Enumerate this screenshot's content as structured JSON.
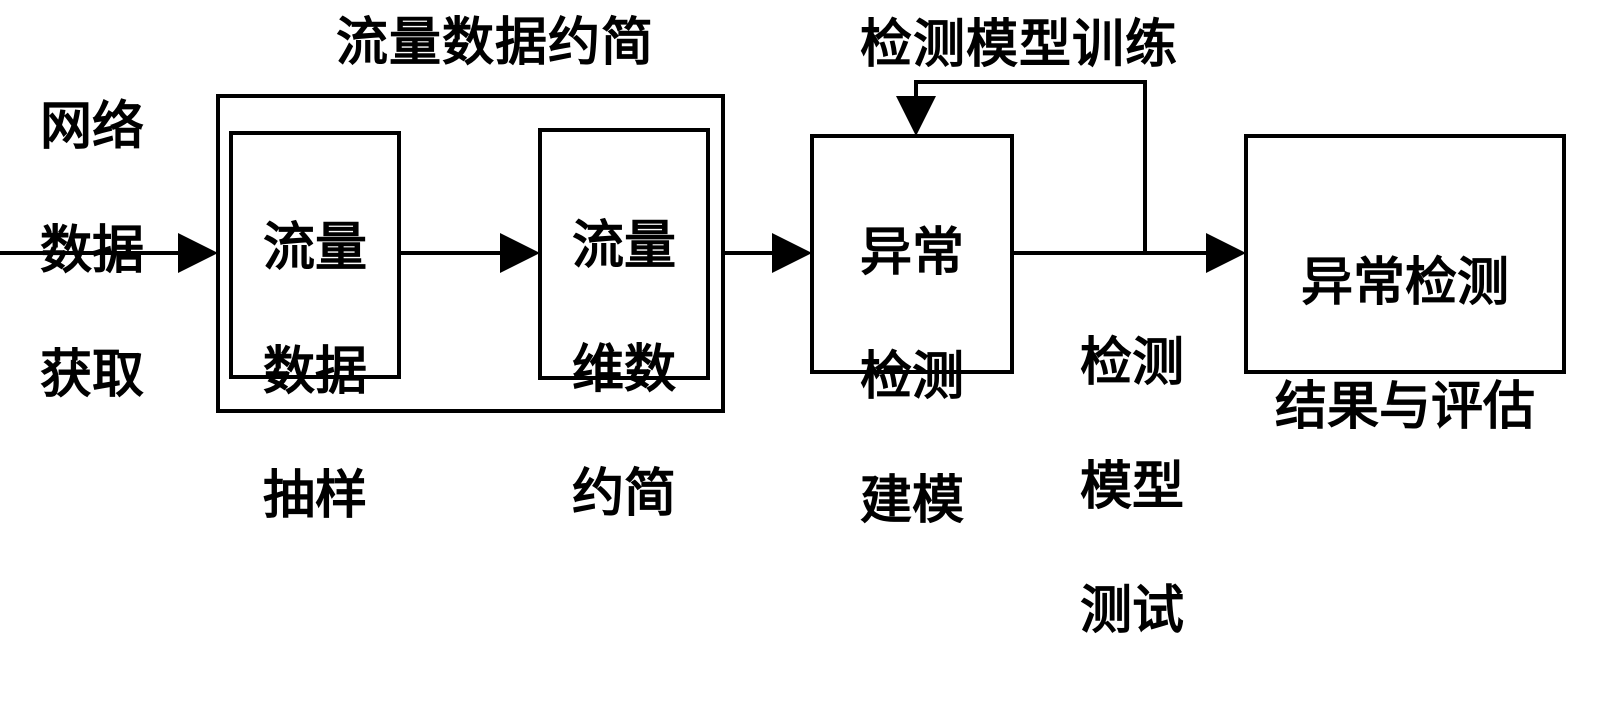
{
  "input_label_lines": [
    "网络",
    "数据",
    "获取"
  ],
  "group_title": "流量数据约简",
  "box_sampling_lines": [
    "流量",
    "数据",
    "抽样"
  ],
  "box_reduction_lines": [
    "流量",
    "维数",
    "约简"
  ],
  "box_modeling_lines": [
    "异常",
    "检测",
    "建模"
  ],
  "training_label": "检测模型训练",
  "testing_label_lines": [
    "检测",
    "模型",
    "测试"
  ],
  "box_result_lines": [
    "异常检测",
    "结果与评估"
  ]
}
